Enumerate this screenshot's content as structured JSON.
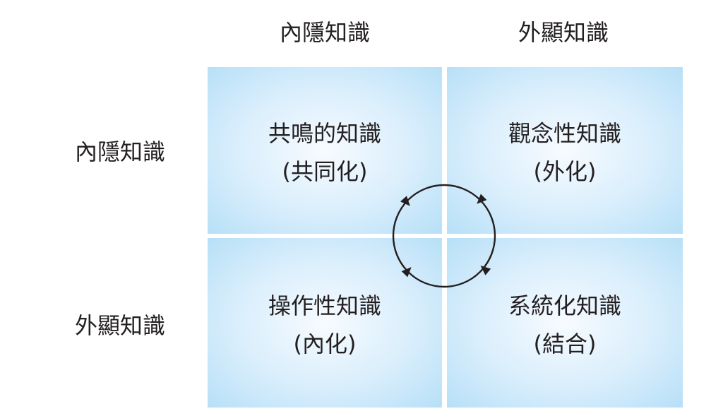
{
  "column_headers": [
    "內隱知識",
    "外顯知識"
  ],
  "row_headers": [
    "內隱知識",
    "外顯知識"
  ],
  "cells": [
    {
      "title": "共鳴的知識",
      "subtitle": "(共同化)"
    },
    {
      "title": "觀念性知識",
      "subtitle": "(外化)"
    },
    {
      "title": "操作性知識",
      "subtitle": "(內化)"
    },
    {
      "title": "系統化知識",
      "subtitle": "(結合)"
    }
  ],
  "colors": {
    "cell_center": "#f7fbff",
    "cell_edge": "#a8d9f5",
    "text": "#231f20",
    "cycle_stroke": "#231f20"
  },
  "cycle_direction": "clockwise"
}
